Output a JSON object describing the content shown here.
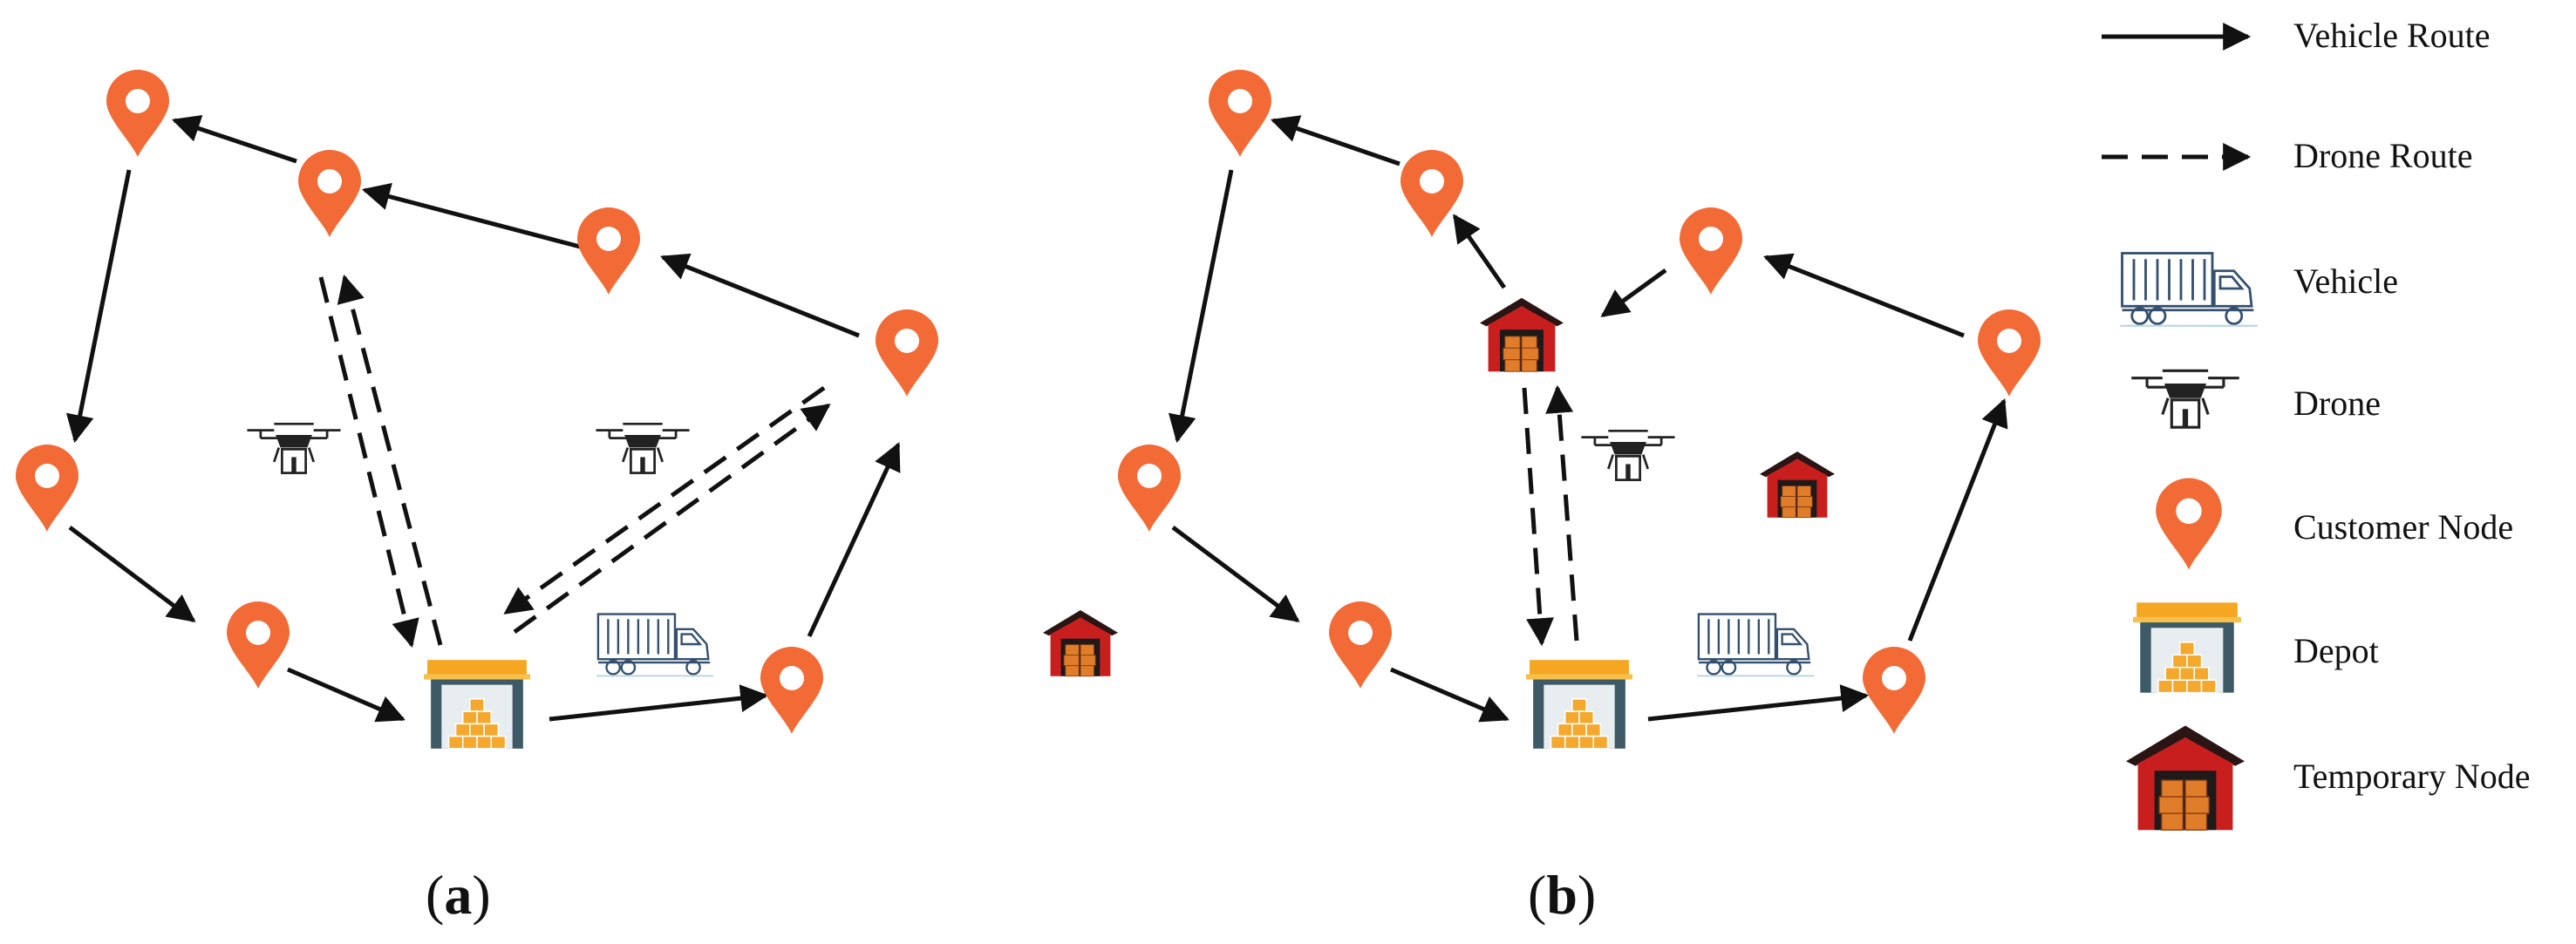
{
  "legend": {
    "vehicle_route": "Vehicle Route",
    "drone_route": "Drone Route",
    "vehicle": "Vehicle",
    "drone": "Drone",
    "customer_node": "Customer Node",
    "depot": "Depot",
    "temporary_node": "Temporary Node"
  },
  "panels": {
    "a": {
      "label_open": "(",
      "label_letter": "a",
      "label_close": ")"
    },
    "b": {
      "label_open": "(",
      "label_letter": "b",
      "label_close": ")"
    }
  },
  "colors": {
    "customer_pin": "#f26a35",
    "depot_roof": "#f5a623",
    "depot_wall": "#3e5a66",
    "depot_boxes": "#f4a92e",
    "temp_roof": "#2a1414",
    "temp_wall": "#c81e1e",
    "temp_boxes": "#e07d2a",
    "route": "#111111",
    "vehicle_line": "#34506e"
  }
}
